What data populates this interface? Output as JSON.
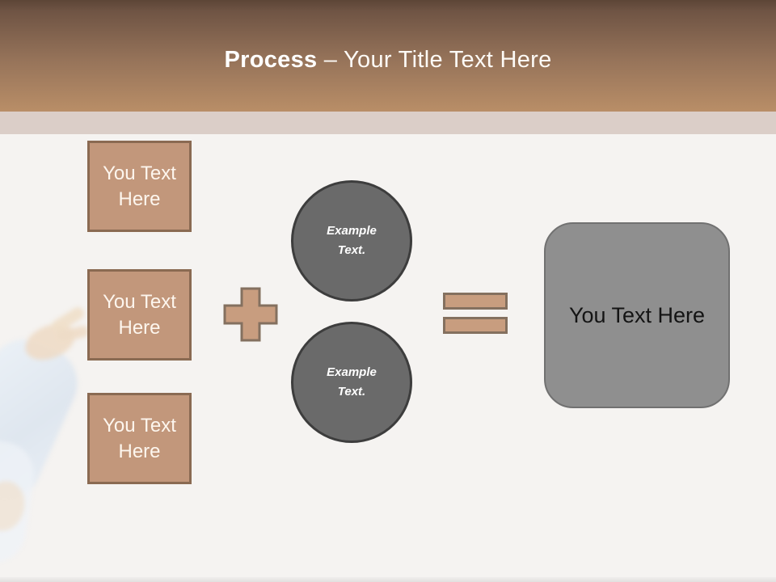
{
  "slide": {
    "header": {
      "title_emphasis": "Process",
      "title_rest": "– Your Title Text Here",
      "gradient_top_color": "#5c4536",
      "gradient_bottom_color": "#b98e67",
      "band_color": "#dbcec8",
      "title_text_color": "#ffffff"
    },
    "background_color": "#f5f3f1",
    "left_boxes": [
      {
        "label": "You Text Here"
      },
      {
        "label": "You Text Here"
      },
      {
        "label": "You Text Here"
      }
    ],
    "box_style": {
      "fill": "#c2977b",
      "border": "#8a6a52",
      "text_color": "#fdf6ee"
    },
    "operators": {
      "plus_icon": "plus-sign",
      "equals_icon": "equals-sign",
      "fill": "#c89d7f",
      "border": "#84705f"
    },
    "circles": [
      {
        "label": "Example Text."
      },
      {
        "label": "Example Text."
      }
    ],
    "circle_style": {
      "fill": "#6a6a6a",
      "border": "#3d3d3d",
      "text_color": "#ffffff"
    },
    "result_box": {
      "label": "You Text Here",
      "fill": "#8f8f8f",
      "border": "#717171",
      "text_color": "#141414"
    },
    "decorations": {
      "person_photo": "presenter-hand-and-sleeve",
      "bottom_strip_color": "#e2e0df"
    }
  }
}
